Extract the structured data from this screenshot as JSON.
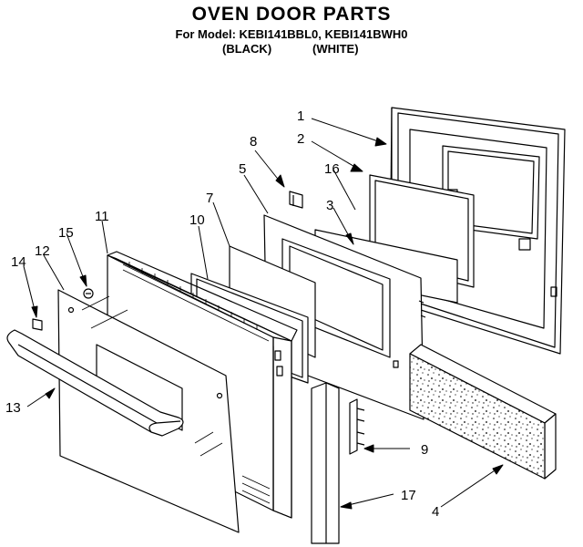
{
  "title": "OVEN DOOR PARTS",
  "model_line": "For Model: KEBI141BBL0, KEBI141BWH0",
  "variants": [
    "(BLACK)",
    "(WHITE)"
  ],
  "callouts": [
    "1",
    "2",
    "16",
    "8",
    "5",
    "3",
    "7",
    "10",
    "11",
    "15",
    "12",
    "14",
    "13",
    "9",
    "4",
    "17"
  ],
  "colors": {
    "line": "#000000",
    "background": "#ffffff"
  }
}
